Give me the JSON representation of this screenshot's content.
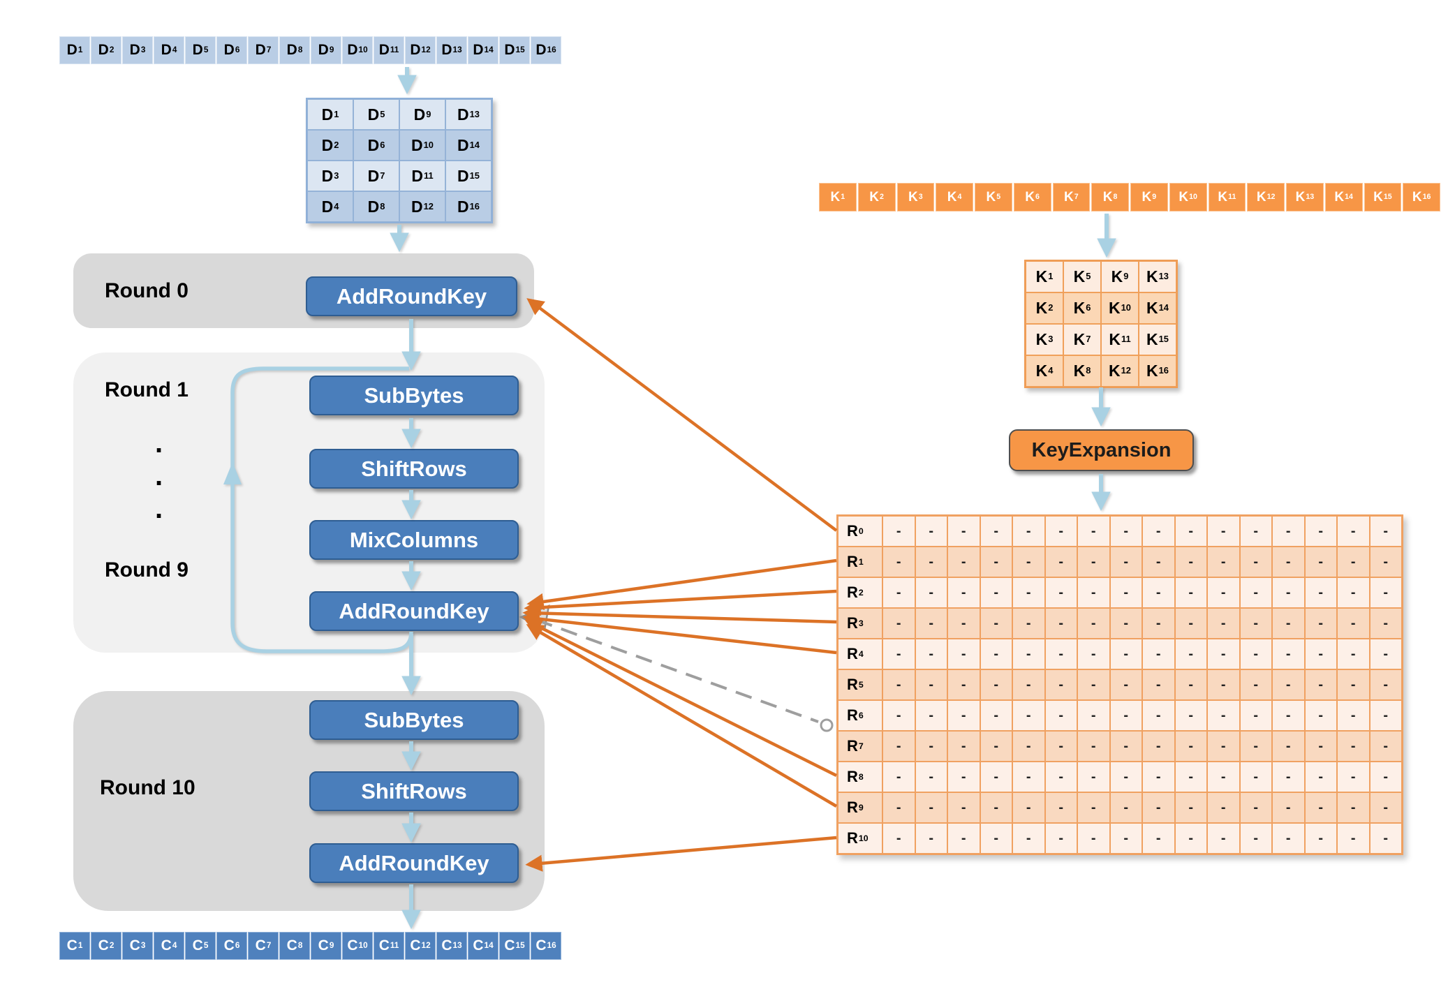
{
  "title": "AES encryption round structure with key expansion",
  "colors": {
    "step_button_blue": "#4a7ebb",
    "plaintext_cell_blue": "#b9cde5",
    "ciphertext_cell_blue": "#4f81bd",
    "key_orange": "#f79646",
    "round_key_row_light": "#fdf0e8",
    "round_key_row_dark": "#f9d9c0",
    "round_box_gray": "#d9d9d9",
    "round_box_light_gray": "#f1f1f1",
    "flow_arrow_blue": "#a9d1e3",
    "key_arrow_orange": "#dc7226",
    "skipped_arrow_gray": "#9e9e9e"
  },
  "data_row": {
    "prefix": "D",
    "count": 16
  },
  "data_matrix": {
    "prefix": "D",
    "grid": [
      [
        "1",
        "5",
        "9",
        "13"
      ],
      [
        "2",
        "6",
        "10",
        "14"
      ],
      [
        "3",
        "7",
        "11",
        "15"
      ],
      [
        "4",
        "8",
        "12",
        "16"
      ]
    ]
  },
  "key_row": {
    "prefix": "K",
    "count": 16
  },
  "key_matrix": {
    "prefix": "K",
    "grid": [
      [
        "1",
        "5",
        "9",
        "13"
      ],
      [
        "2",
        "6",
        "10",
        "14"
      ],
      [
        "3",
        "7",
        "11",
        "15"
      ],
      [
        "4",
        "8",
        "12",
        "16"
      ]
    ]
  },
  "key_expansion": {
    "label": "KeyExpansion"
  },
  "round0": {
    "label": "Round 0",
    "steps": [
      "AddRoundKey"
    ]
  },
  "rounds_1_9": {
    "label_top": "Round 1",
    "label_bottom": "Round 9",
    "dots": [
      ".",
      ".",
      "."
    ],
    "steps": [
      "SubBytes",
      "ShiftRows",
      "MixColumns",
      "AddRoundKey"
    ]
  },
  "round10": {
    "label": "Round 10",
    "steps": [
      "SubBytes",
      "ShiftRows",
      "AddRoundKey"
    ]
  },
  "cipher_row": {
    "prefix": "C",
    "count": 16
  },
  "round_key_table": {
    "row_prefix": "R",
    "rows": [
      "0",
      "1",
      "2",
      "3",
      "4",
      "5",
      "6",
      "7",
      "8",
      "9",
      "10"
    ],
    "data_columns": 16,
    "cell_placeholder": "-"
  }
}
